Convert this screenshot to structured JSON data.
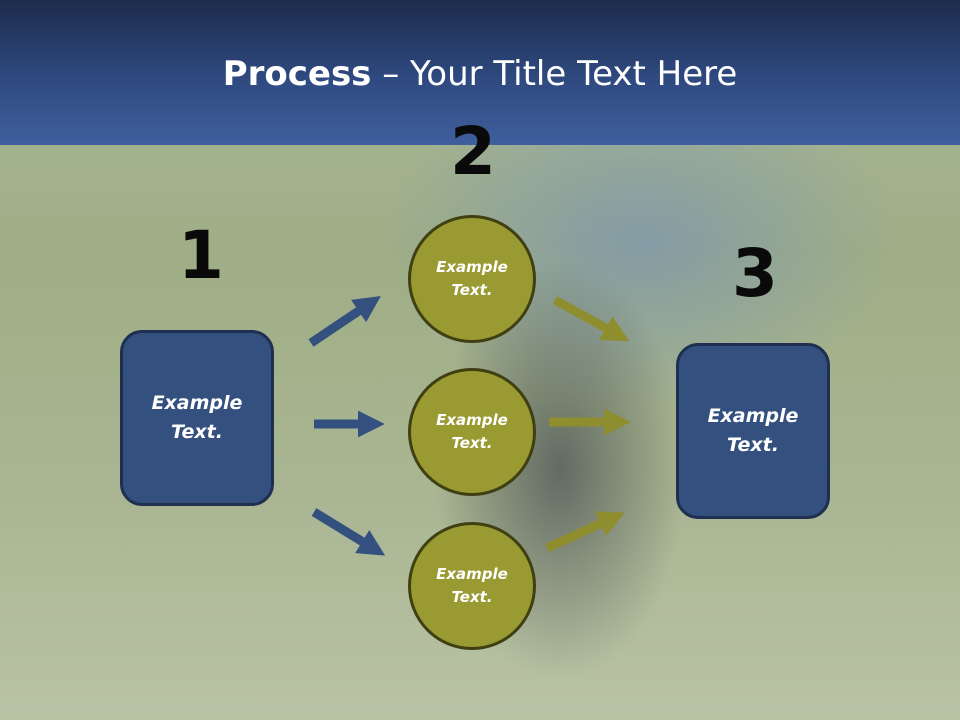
{
  "slide": {
    "title_bold": "Process",
    "title_rest": " – Your Title Text Here",
    "steps": [
      "1",
      "2",
      "3"
    ],
    "box_left_text": "Example Text.",
    "box_right_text": "Example Text.",
    "circles": [
      "Example Text.",
      "Example Text.",
      "Example Text."
    ]
  },
  "colors": {
    "header": "#2f4a80",
    "box_fill": "#34507f",
    "circle_fill": "#9a9a32",
    "arrow_blue": "#34507f",
    "arrow_olive": "#8e8e2e"
  }
}
